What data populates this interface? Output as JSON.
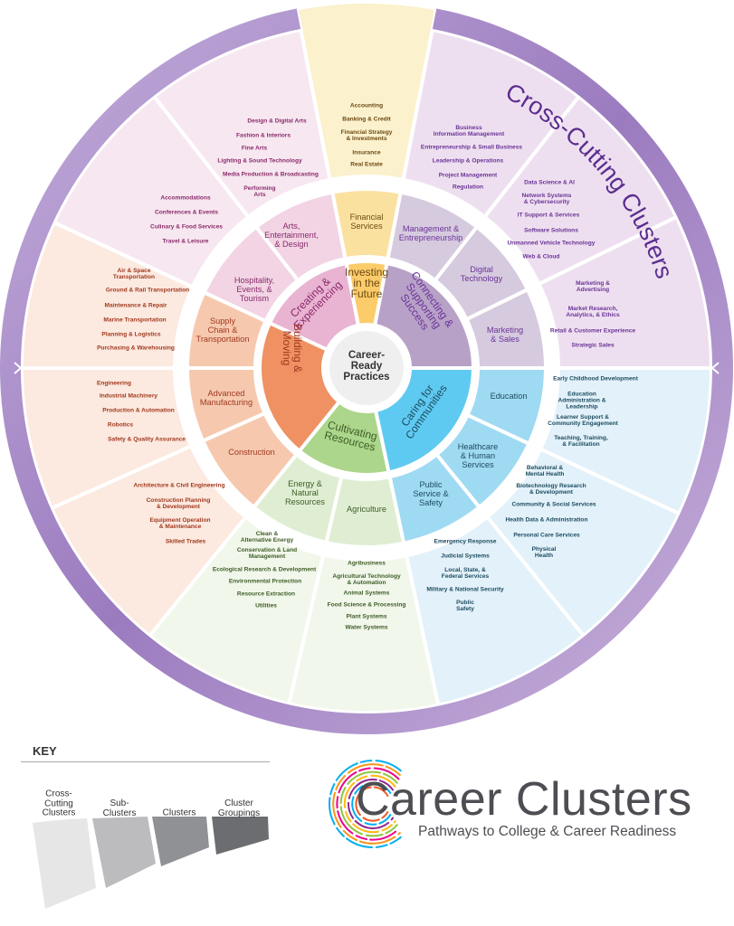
{
  "title": "Cross-Cutting Clusters",
  "center": "Career-\nReady\nPractices",
  "groupings": [
    {
      "label": "Investing\nin the\nFuture",
      "colors": {
        "outer": "#fcf1cd",
        "sub": "#fbe1a0",
        "group": "#fccb6a",
        "text": "#6b4a12"
      },
      "clusters": [
        {
          "label": "Financial\nServices",
          "pathways": [
            "Accounting",
            "Banking & Credit",
            "Financial Strategy\n& Investments",
            "Insurance",
            "Real Estate"
          ]
        }
      ]
    },
    {
      "label": "Connecting &\nSupporting\nSuccess",
      "colors": {
        "outer": "#eedff0",
        "sub": "#d6cadf",
        "group": "#b8a1c7",
        "text": "#6a3497"
      },
      "clusters": [
        {
          "label": "Management &\nEntrepreneurship",
          "pathways": [
            "Business\nInformation Management",
            "Entrepreneurship & Small Business",
            "Leadership & Operations",
            "Project Management",
            "Regulation"
          ]
        },
        {
          "label": "Digital\nTechnology",
          "pathways": [
            "Data Science & AI",
            "Network Systems\n& Cybersecurity",
            "IT Support & Services",
            "Software Solutions",
            "Unmanned Vehicle Technology",
            "Web & Cloud"
          ]
        },
        {
          "label": "Marketing\n& Sales",
          "pathways": [
            "Marketing &\nAdvertising",
            "Market Research,\nAnalytics, & Ethics",
            "Retail & Customer Experience",
            "Strategic Sales"
          ]
        }
      ]
    },
    {
      "label": "Caring for\nCommunities",
      "colors": {
        "outer": "#e2f1fa",
        "sub": "#9fdaf3",
        "group": "#5fcaf1",
        "text": "#1d4c60"
      },
      "clusters": [
        {
          "label": "Education",
          "pathways": [
            "Early Childhood Development",
            "Education\nAdministration &\nLeadership",
            "Learner Support &\nCommunity Engagement",
            "Teaching, Training,\n& Facilitation"
          ]
        },
        {
          "label": "Healthcare\n& Human\nServices",
          "pathways": [
            "Behavioral &\nMental Health",
            "Biotechnology Research\n& Development",
            "Community & Social Services",
            "Health Data & Administration",
            "Personal Care Services",
            "Physical\nHealth"
          ]
        },
        {
          "label": "Public\nService &\nSafety",
          "pathways": [
            "Emergency Response",
            "Judicial Systems",
            "Local, State, &\nFederal Services",
            "Military & National Security",
            "Public\nSafety"
          ]
        }
      ]
    },
    {
      "label": "Cultivating\nResources",
      "colors": {
        "outer": "#f1f7ea",
        "sub": "#dfeed2",
        "group": "#acd68b",
        "text": "#3e5d28"
      },
      "clusters": [
        {
          "label": "Agriculture",
          "pathways": [
            "Agribusiness",
            "Agricultural Technology\n& Automation",
            "Animal Systems",
            "Food Science & Processing",
            "Plant Systems",
            "Water Systems"
          ]
        },
        {
          "label": "Energy &\nNatural\nResources",
          "pathways": [
            "Clean &\nAlternative Energy",
            "Conservation & Land\nManagement",
            "Ecological Research & Development",
            "Environmental Protection",
            "Resource Extraction",
            "Utilities"
          ]
        }
      ]
    },
    {
      "label": "Building &\nMoving",
      "colors": {
        "outer": "#fce9df",
        "sub": "#f6c9af",
        "group": "#ef9163",
        "text": "#a1391f"
      },
      "clusters": [
        {
          "label": "Construction",
          "pathways": [
            "Architecture & Civil Engineering",
            "Construction Planning\n& Development",
            "Equipment Operation\n& Maintenance",
            "Skilled Trades"
          ]
        },
        {
          "label": "Advanced\nManufacturing",
          "pathways": [
            "Engineering",
            "Industrial Machinery",
            "Production & Automation",
            "Robotics",
            "Safety & Quality Assurance"
          ]
        },
        {
          "label": "Supply\nChain &\nTransportation",
          "pathways": [
            "Air & Space\nTransportation",
            "Ground & Rail Transportation",
            "Maintenance & Repair",
            "Marine Transportation",
            "Planning & Logistics",
            "Purchasing & Warehousing"
          ]
        }
      ]
    },
    {
      "label": "Creating &\nExperiencing",
      "colors": {
        "outer": "#f7e7f0",
        "sub": "#f2d4e4",
        "group": "#e9b3d2",
        "text": "#8a2b6b"
      },
      "clusters": [
        {
          "label": "Hospitality,\nEvents, &\nTourism",
          "pathways": [
            "Accommodations",
            "Conferences & Events",
            "Culinary & Food Services",
            "Travel & Leisure"
          ]
        },
        {
          "label": "Arts,\nEntertainment,\n& Design",
          "pathways": [
            "Design & Digital Arts",
            "Fashion & Interiors",
            "Fine Arts",
            "Lighting & Sound Technology",
            "Media Production & Broadcasting",
            "Performing\nArts"
          ]
        }
      ]
    }
  ],
  "key": {
    "title": "KEY",
    "items": [
      {
        "label": "Cross-\nCutting\nClusters",
        "color": "#e6e6e6"
      },
      {
        "label": "Sub-\nClusters",
        "color": "#bcbcbe"
      },
      {
        "label": "Clusters",
        "color": "#909194"
      },
      {
        "label": "Cluster\nGroupings",
        "color": "#6c6d70"
      }
    ]
  },
  "logo": {
    "title": "Career Clusters",
    "subtitle": "Pathways to College & Career Readiness"
  },
  "ring_color": "#a889c8"
}
